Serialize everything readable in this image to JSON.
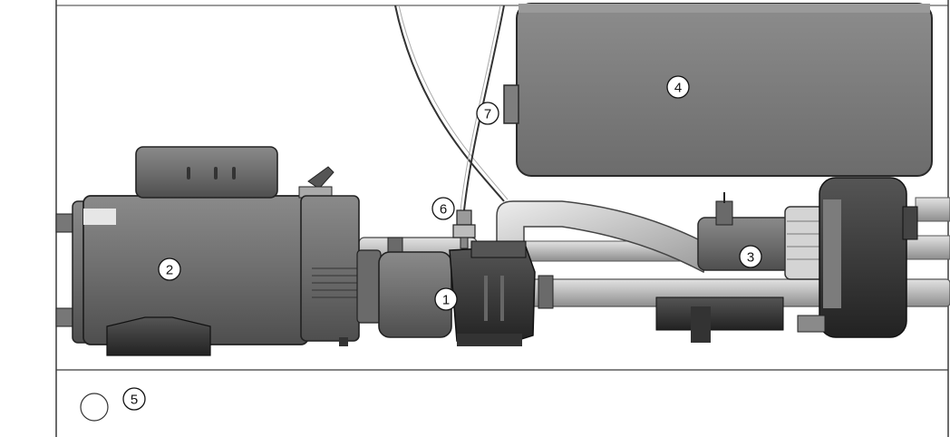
{
  "callouts": {
    "c1": "1",
    "c2": "2",
    "c3": "3",
    "c4": "4",
    "c5": "5",
    "c6": "6",
    "c7": "7"
  },
  "colors": {
    "frame_line": "#3a3a3a",
    "motor_body": "#6f6f6f",
    "motor_dark": "#2e2e2e",
    "pipe": "#b5b5b5",
    "heater_box": "#7a7a7a",
    "background": "#ffffff"
  }
}
